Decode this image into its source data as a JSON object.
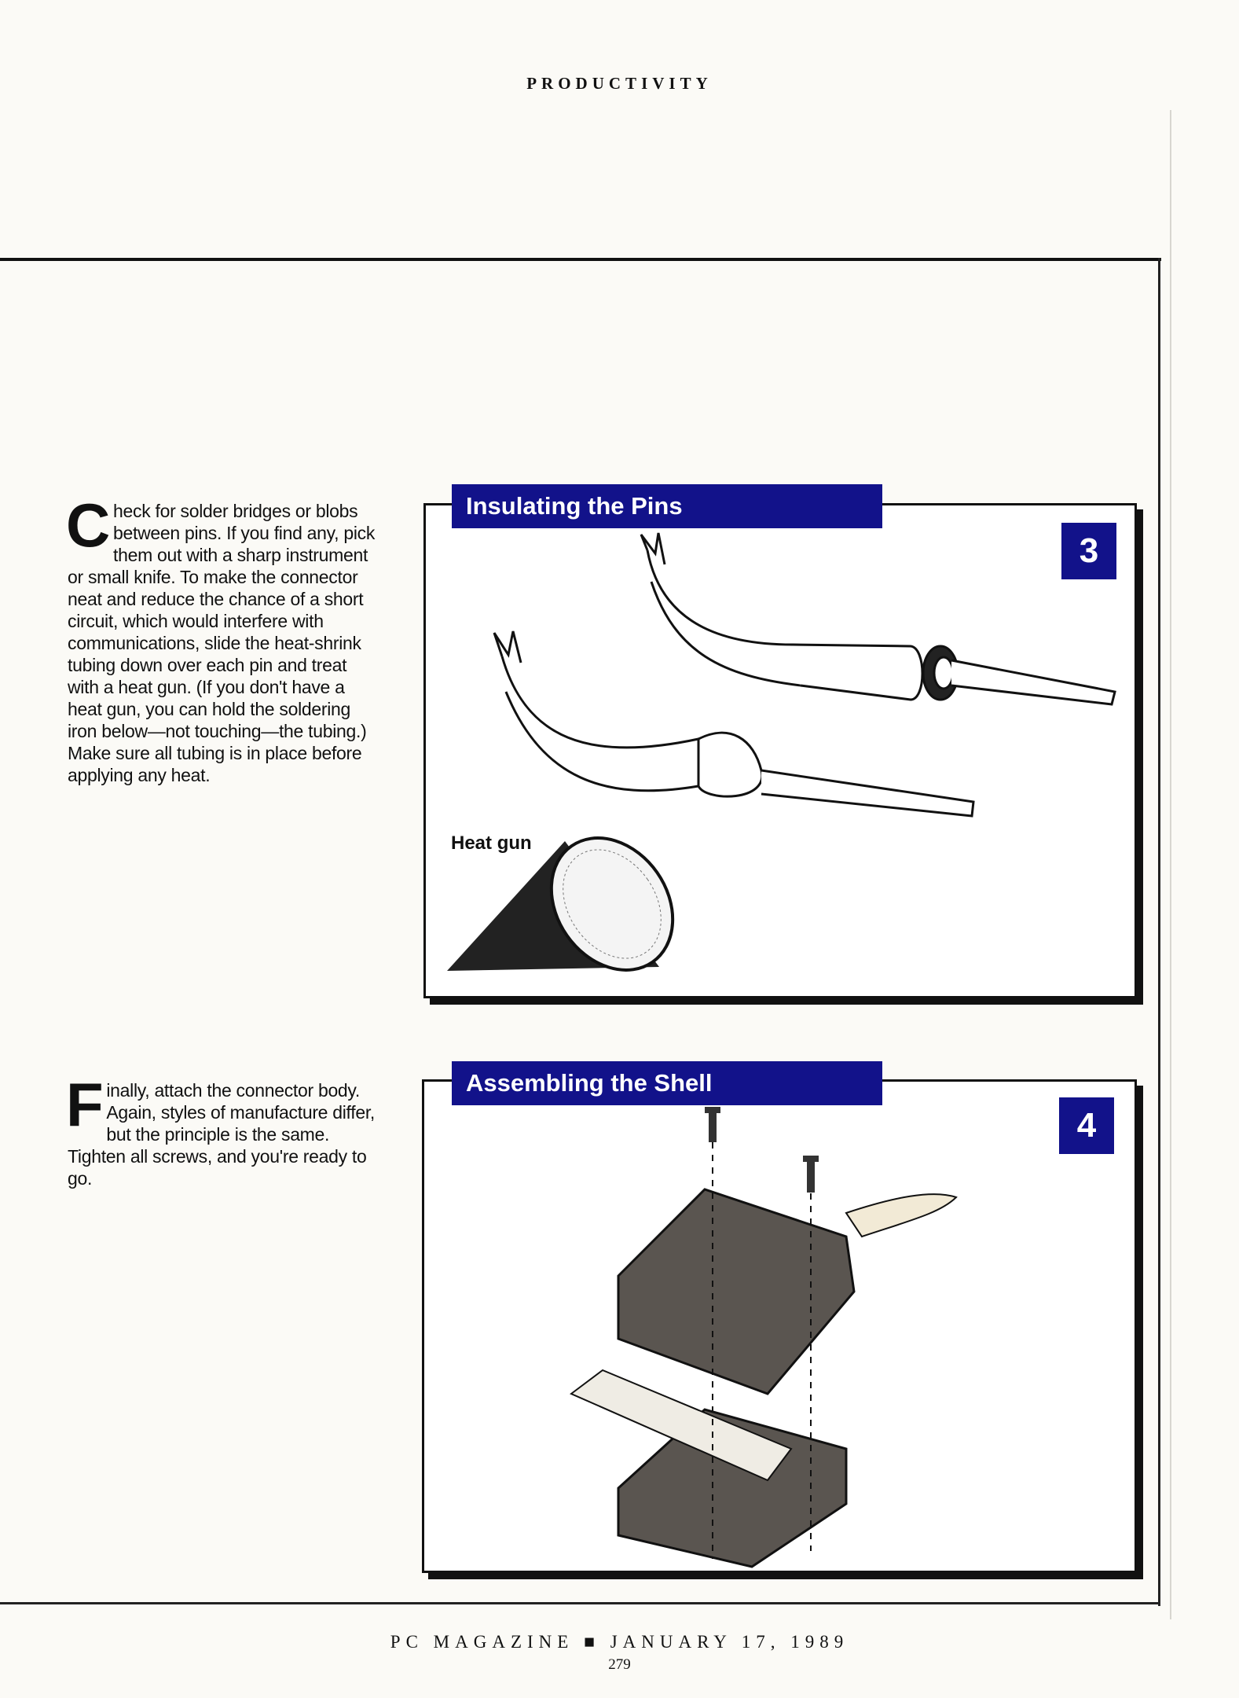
{
  "header": {
    "section": "PRODUCTIVITY"
  },
  "paragraphs": [
    {
      "drop_cap": "C",
      "text": "heck for solder bridges or blobs between pins. If you find any, pick them out with a sharp instrument or small knife. To make the connector neat and reduce the chance of a short circuit, which would interfere with communications, slide the heat-shrink tubing down over each pin and treat with a heat gun. (If you don't have a heat gun, you can hold the soldering iron below—not touching—the tubing.) Make sure all tubing is in place before applying any heat."
    },
    {
      "drop_cap": "F",
      "text": "inally, attach the connector body. Again, styles of manufacture differ, but the principle is the same. Tighten all screws, and you're ready to go."
    }
  ],
  "figures": [
    {
      "title": "Insulating the Pins",
      "number": "3",
      "label": "Heat gun"
    },
    {
      "title": "Assembling the Shell",
      "number": "4"
    }
  ],
  "footer": {
    "publication": "PC MAGAZINE",
    "separator": "■",
    "date": "JANUARY 17, 1989",
    "page": "279"
  },
  "colors": {
    "accent": "#12128a",
    "ink": "#111111",
    "paper": "#fbfaf6"
  }
}
